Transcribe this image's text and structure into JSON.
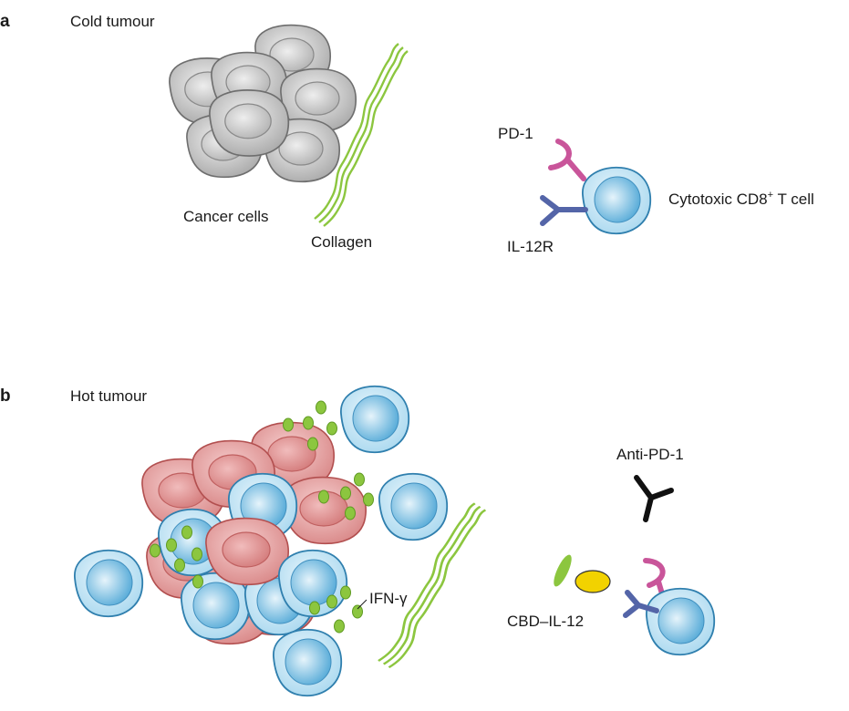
{
  "panel_a": {
    "letter": "a",
    "title": "Cold tumour",
    "labels": {
      "cancer_cells": "Cancer cells",
      "collagen": "Collagen",
      "pd1": "PD-1",
      "il12r": "IL-12R",
      "tcell": "Cytotoxic CD8",
      "tcell_sup": "+",
      "tcell_tail": " T cell"
    }
  },
  "panel_b": {
    "letter": "b",
    "title": "Hot tumour",
    "labels": {
      "anti_pd1": "Anti-PD-1",
      "cbd_il12": "CBD–IL-12",
      "ifn": "IFN-γ"
    }
  },
  "colors": {
    "cancer_cold": "#c8c8c8",
    "cancer_hot": "#e8a3a3",
    "tcell": "#8ecbe8",
    "collagen": "#8cc63f",
    "pd1": "#c9559a",
    "il12r": "#5465a8",
    "ifn": "#8cc63f",
    "il12": "#f2d200"
  }
}
